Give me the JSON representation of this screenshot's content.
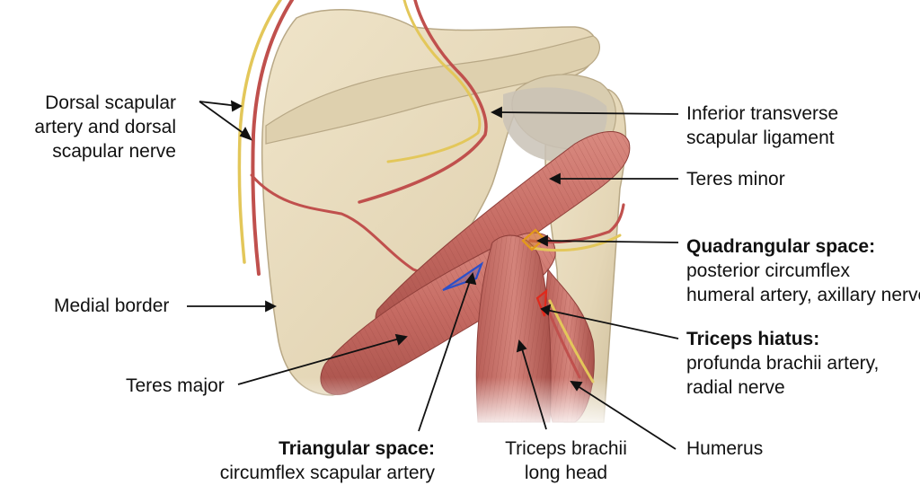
{
  "labels": {
    "dorsal_scapular": [
      "Dorsal scapular",
      "artery and dorsal",
      "scapular nerve"
    ],
    "medial_border": "Medial border",
    "teres_major": "Teres major",
    "triangular_space": {
      "title": "Triangular space:",
      "lines": [
        "circumflex scapular artery"
      ]
    },
    "triceps_long_head": [
      "Triceps brachii",
      "long head"
    ],
    "humerus": "Humerus",
    "inferior_transverse": [
      "Inferior transverse",
      "scapular ligament"
    ],
    "teres_minor": "Teres minor",
    "quadrangular_space": {
      "title": "Quadrangular space:",
      "lines": [
        "posterior circumflex",
        "humeral artery, axillary nerve"
      ]
    },
    "triceps_hiatus": {
      "title": "Triceps hiatus:",
      "lines": [
        "profunda brachii artery,",
        "radial nerve"
      ]
    }
  },
  "colors": {
    "bone": "#e8dcc0",
    "muscle": "#c9746c",
    "artery": "#c0504d",
    "nerve": "#e3c75a",
    "leader": "#111111",
    "triangular_marker": "#2b4fc9",
    "quadrangular_marker": "#e39a1a",
    "hiatus_marker": "#e0291c"
  }
}
